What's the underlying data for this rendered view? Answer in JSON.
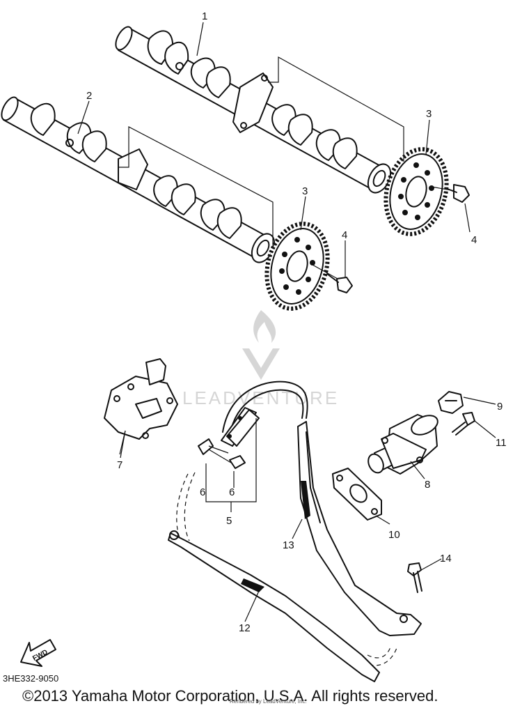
{
  "diagram": {
    "callouts": {
      "c1": "1",
      "c2": "2",
      "c3a": "3",
      "c3b": "3",
      "c4a": "4",
      "c4b": "4",
      "c5": "5",
      "c6a": "6",
      "c6b": "6",
      "c7": "7",
      "c8": "8",
      "c9": "9",
      "c10": "10",
      "c11": "11",
      "c12": "12",
      "c13": "13",
      "c14": "14"
    },
    "fwd_label": "FWD",
    "watermark": "LEADVENTURE"
  },
  "footer": {
    "part_code": "3HE332-9050",
    "copyright": "©2013 Yamaha Motor Corporation, U.S.A. All rights reserved.",
    "rendered_by": "Rendered by LeadVenture, Inc."
  }
}
